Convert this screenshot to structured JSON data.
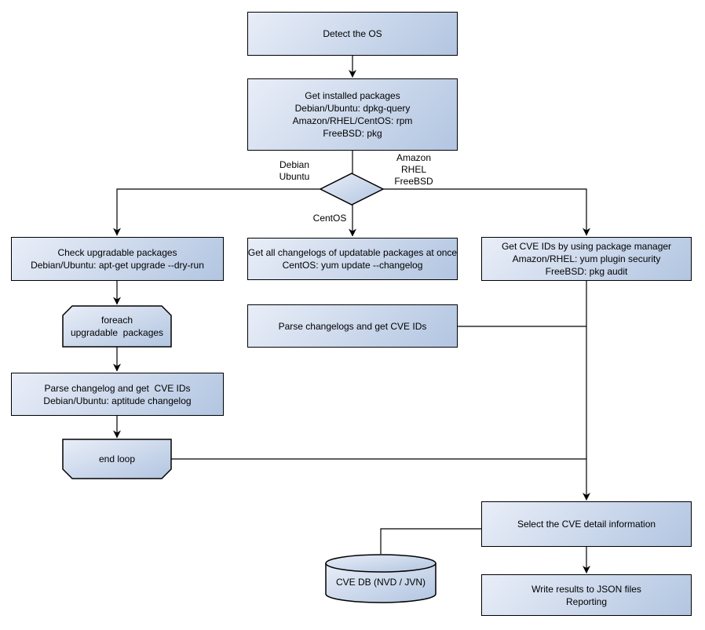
{
  "colors": {
    "background": "#ffffff",
    "node_fill_light": "#e9eef8",
    "node_fill_dark": "#b2c5e1",
    "node_border": "#000000",
    "connector": "#000000"
  },
  "nodes": {
    "detect_os": {
      "lines": [
        "Detect the OS"
      ]
    },
    "get_installed_packages": {
      "lines": [
        "Get installed packages",
        "Debian/Ubuntu: dpkg-query",
        "Amazon/RHEL/CentOS: rpm",
        "FreeBSD: pkg"
      ]
    },
    "check_upgradable_packages": {
      "lines": [
        "Check upgradable packages",
        "Debian/Ubuntu: apt-get upgrade --dry-run"
      ]
    },
    "foreach_loop_start": {
      "lines": [
        "foreach",
        "upgradable  packages"
      ]
    },
    "parse_changelog_deb": {
      "lines": [
        "Parse changelog and get  CVE IDs",
        "Debian/Ubuntu: aptitude changelog"
      ]
    },
    "end_loop": {
      "lines": [
        "end loop"
      ]
    },
    "get_all_changelogs": {
      "lines": [
        "Get all changelogs of updatable packages at once",
        "CentOS: yum update --changelog"
      ]
    },
    "parse_changelogs_centos": {
      "lines": [
        "Parse changelogs and get CVE IDs"
      ]
    },
    "get_cve_ids_pkg_manager": {
      "lines": [
        "Get CVE IDs by using package manager",
        "Amazon/RHEL: yum plugin security",
        "FreeBSD: pkg audit"
      ]
    },
    "select_cve_detail": {
      "lines": [
        "Select the CVE detail information"
      ]
    },
    "write_results": {
      "lines": [
        "Write results to JSON files",
        "Reporting"
      ]
    },
    "cve_db": {
      "lines": [
        "CVE DB (NVD / JVN)"
      ]
    }
  },
  "edge_labels": {
    "left_branch": {
      "lines": [
        "Debian",
        "Ubuntu"
      ]
    },
    "right_branch": {
      "lines": [
        "Amazon",
        "RHEL",
        "FreeBSD"
      ]
    },
    "down_branch": {
      "lines": [
        "CentOS"
      ]
    }
  }
}
